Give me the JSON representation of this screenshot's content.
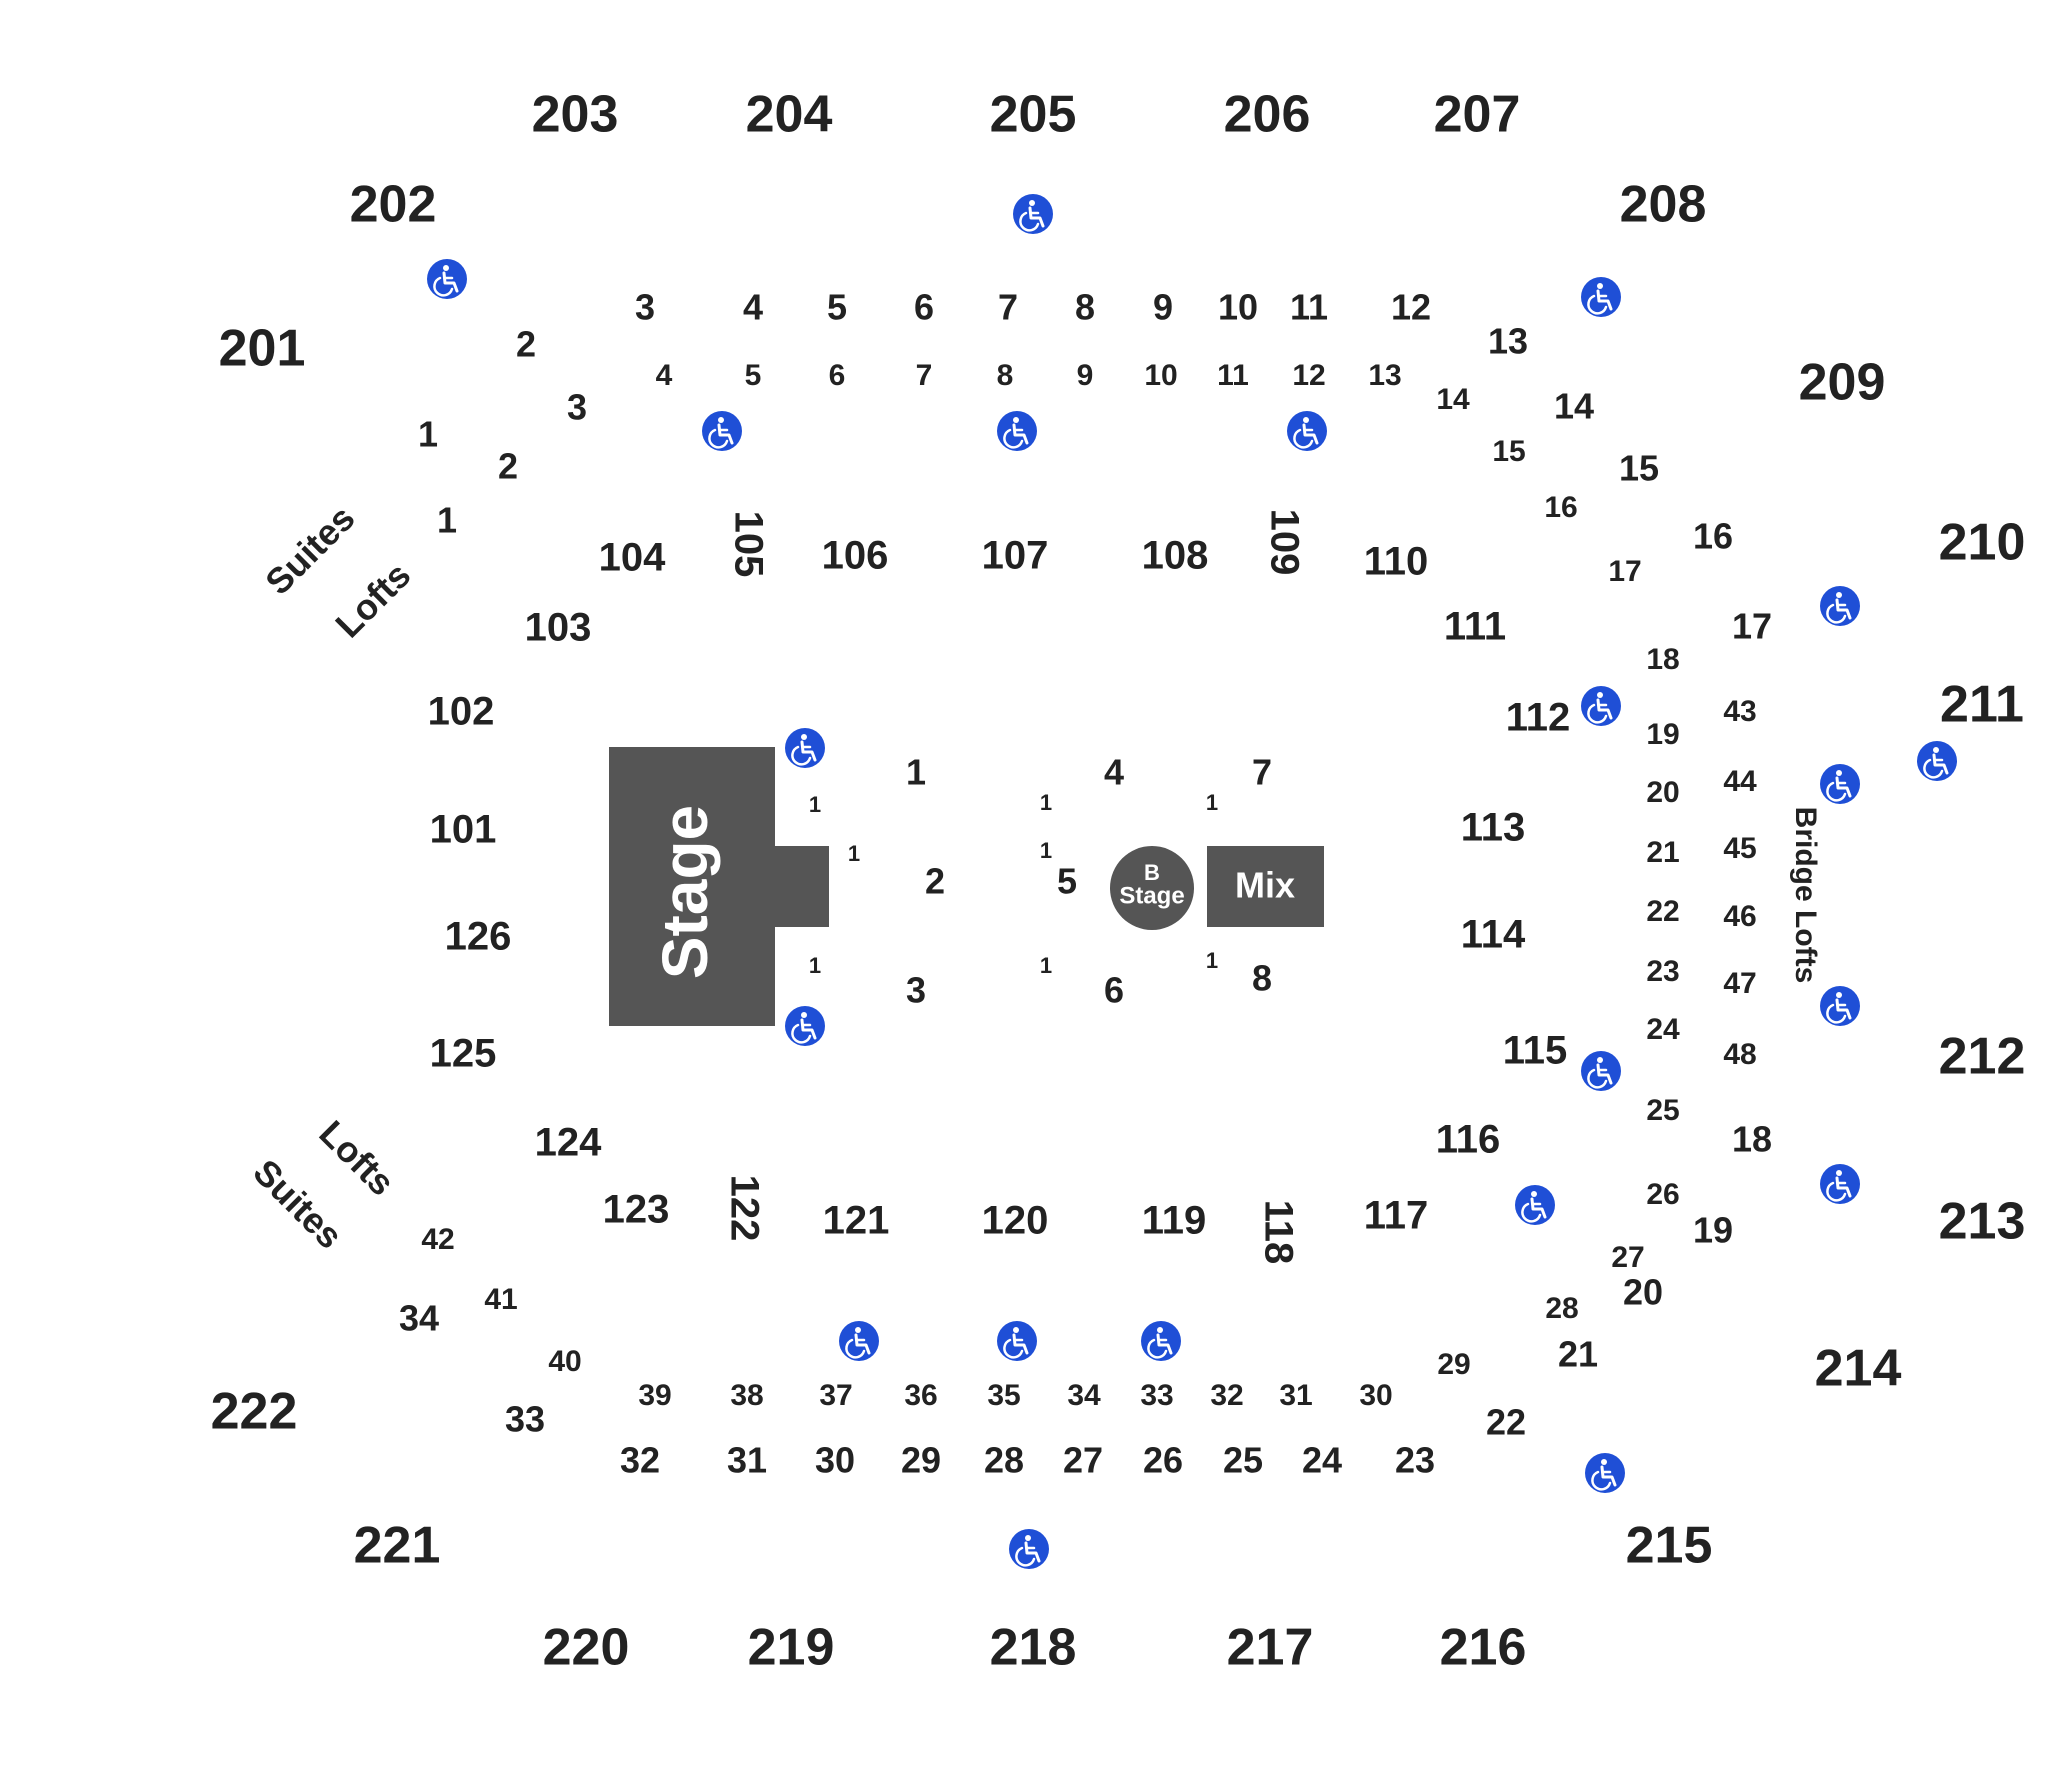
{
  "colors": {
    "text": "#222222",
    "stage_fill": "#555555",
    "stage_text": "#ffffff",
    "ada_fill": "#1f4fd6",
    "ada_glyph": "#ffffff",
    "background": "#ffffff"
  },
  "stage": {
    "label": "Stage"
  },
  "b_stage": {
    "line1": "B",
    "line2": "Stage"
  },
  "mix": {
    "label": "Mix"
  },
  "areas": {
    "suites_upper": "Suites",
    "lofts_upper": "Lofts",
    "lofts_lower": "Lofts",
    "suites_lower": "Suites",
    "bridge_lofts": "Bridge Lofts"
  },
  "icons": {
    "accessible": "wheelchair-icon"
  },
  "labels": [
    "203",
    "204",
    "205",
    "206",
    "207",
    "202",
    "208",
    "201",
    "209",
    "210",
    "211",
    "212",
    "213",
    "214",
    "222",
    "221",
    "215",
    "220",
    "219",
    "218",
    "217",
    "216",
    "104",
    "105",
    "106",
    "107",
    "108",
    "109",
    "110",
    "103",
    "111",
    "102",
    "112",
    "101",
    "113",
    "126",
    "114",
    "125",
    "115",
    "124",
    "116",
    "123",
    "122",
    "121",
    "120",
    "119",
    "118",
    "117",
    "1",
    "2",
    "3",
    "4",
    "5",
    "6",
    "7",
    "8",
    "1",
    "1",
    "1",
    "1",
    "1",
    "1",
    "1",
    "1",
    "3",
    "4",
    "5",
    "6",
    "7",
    "8",
    "9",
    "10",
    "11",
    "12",
    "13",
    "14",
    "15",
    "16",
    "17",
    "43",
    "44",
    "45",
    "46",
    "47",
    "48",
    "18",
    "19",
    "20",
    "21",
    "22",
    "2",
    "1",
    "2",
    "3",
    "4",
    "5",
    "6",
    "7",
    "8",
    "9",
    "10",
    "11",
    "12",
    "13",
    "14",
    "15",
    "16",
    "17",
    "18",
    "19",
    "20",
    "21",
    "22",
    "23",
    "24",
    "25",
    "26",
    "27",
    "28",
    "29",
    "1",
    "42",
    "34",
    "41",
    "33",
    "40",
    "39",
    "38",
    "37",
    "36",
    "35",
    "34",
    "33",
    "32",
    "31",
    "30",
    "32",
    "31",
    "30",
    "29",
    "28",
    "27",
    "26",
    "25",
    "24",
    "23"
  ]
}
